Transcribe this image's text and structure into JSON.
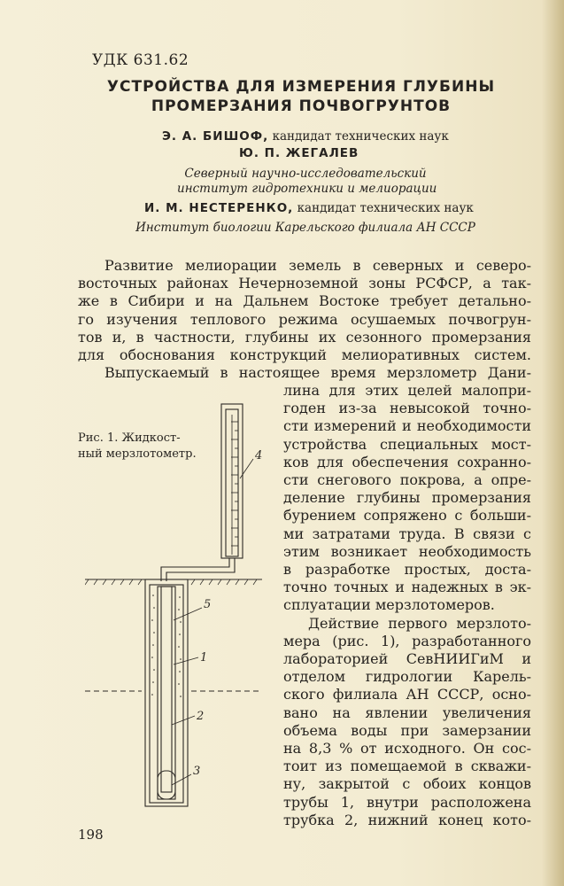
{
  "udk": "УДК 631.62",
  "title": [
    "УСТРОЙСТВА ДЛЯ ИЗМЕРЕНИЯ ГЛУБИНЫ",
    "ПРОМЕРЗАНИЯ ПОЧВОГРУНТОВ"
  ],
  "authors": [
    {
      "name": "Э. А. БИШОФ,",
      "role": " кандидат технических наук"
    },
    {
      "name": "Ю. П. ЖЕГАЛЕВ",
      "role": ""
    }
  ],
  "institution1": [
    "Северный научно-исследовательский",
    "институт гидротехники и мелиорации"
  ],
  "author3": {
    "name": "И. М. НЕСТЕРЕНКО,",
    "role": " кандидат технических наук"
  },
  "institution2": "Институт биологии Карельского филиала АН СССР",
  "para1": [
    "Развитие мелиорации земель в северных и северо-",
    "восточных районах Нечерноземной зоны РСФСР, а так-",
    "же в Сибири и на Дальнем Востоке требует детально-",
    "го изучения теплового режима осушаемых почвогрун-",
    "тов и, в частности, глубины их сезонного промерзания",
    "для обоснования конструкций мелиоративных систем."
  ],
  "para2_first": "Выпускаемый в настоящее время мерзлометр Дани-",
  "para2_right": [
    "лина для этих целей малопри-",
    "годен из-за невысокой точно-",
    "сти измерений и необходимости",
    "устройства специальных мост-",
    "ков для обеспечения сохранно-",
    "сти снегового покрова, а опре-",
    "деление глубины промерзания",
    "бурением сопряжено с больши-",
    "ми затратами труда. В связи с",
    "этим возникает необходимость",
    "в разработке простых, доста-",
    "точно точных и надежных в эк-",
    "сплуатации мерзлотомеров."
  ],
  "para3_first": "Действие первого мерзлото-",
  "para3_right": [
    "мера (рис. 1), разработанного",
    "лабораторией СевНИИГиМ и",
    "отделом гидрологии Карель-",
    "ского филиала АН СССР, осно-",
    "вано на явлении увеличения",
    "объема воды при замерзании",
    "на 8,3 % от исходного. Он сос-",
    "тоит из помещаемой в скважи-",
    "ну, закрытой с обоих концов",
    "трубы 1, внутри расположена",
    "трубка 2, нижний конец кото-"
  ],
  "caption": [
    "Рис. 1. Жидкост-",
    "ный мерзлотометр."
  ],
  "figure_labels": {
    "l1": "1",
    "l2": "2",
    "l3": "3",
    "l4": "4",
    "l5": "5"
  },
  "page_number": "198"
}
